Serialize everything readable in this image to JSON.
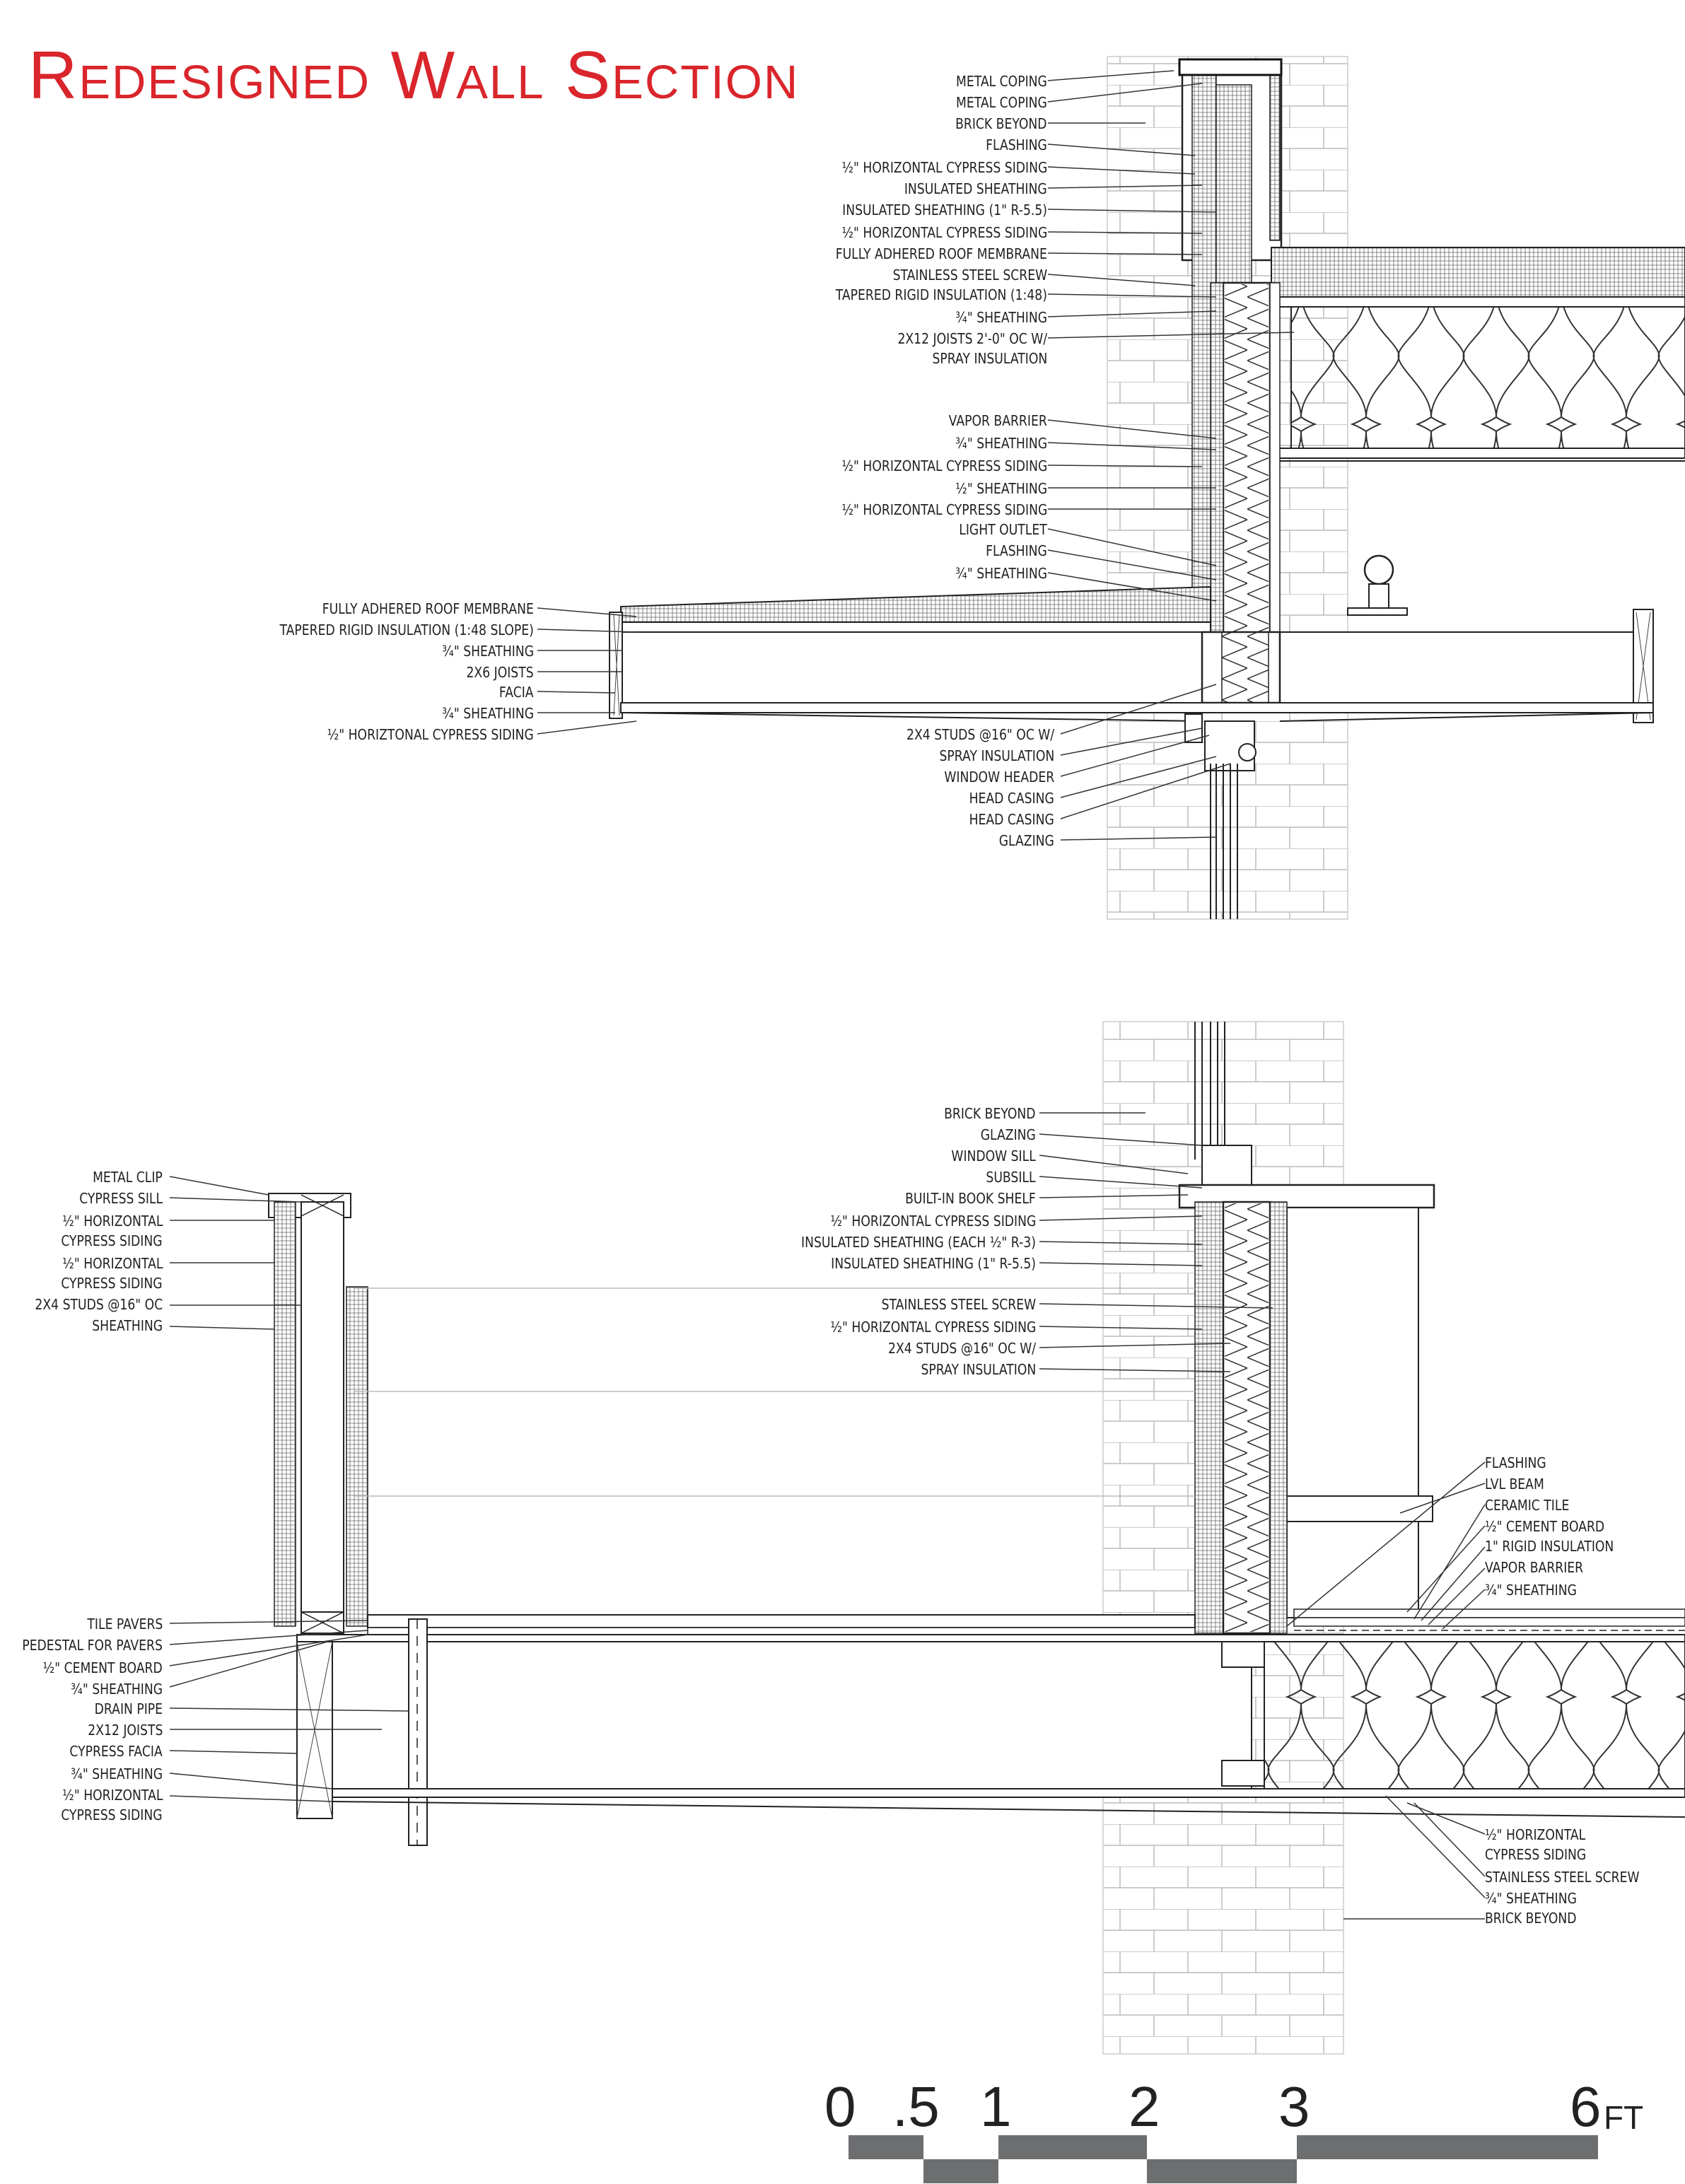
{
  "title": "Redesigned Wall Section",
  "upper": {
    "labels_right": [
      "METAL COPING",
      "METAL COPING",
      "BRICK BEYOND",
      "FLASHING",
      "½\" HORIZONTAL CYPRESS SIDING",
      "INSULATED SHEATHING",
      "INSULATED SHEATHING (1\" R-5.5)",
      "½\" HORIZONTAL CYPRESS SIDING",
      "FULLY ADHERED ROOF MEMBRANE",
      "STAINLESS STEEL SCREW",
      "TAPERED RIGID INSULATION (1:48)",
      "¾\" SHEATHING",
      "2X12 JOISTS 2'-0\" OC W/",
      "SPRAY INSULATION"
    ],
    "labels_mid": [
      "VAPOR BARRIER",
      "¾\" SHEATHING",
      "½\" HORIZONTAL CYPRESS SIDING",
      "½\" SHEATHING",
      "½\" HORIZONTAL CYPRESS SIDING",
      "LIGHT OUTLET",
      "FLASHING",
      "¾\" SHEATHING"
    ],
    "labels_left": [
      "FULLY ADHERED ROOF MEMBRANE",
      "TAPERED RIGID INSULATION (1:48 SLOPE)",
      "¾\" SHEATHING",
      "2X6 JOISTS",
      "FACIA",
      "¾\" SHEATHING",
      "½\" HORIZTONAL CYPRESS SIDING"
    ],
    "labels_window": [
      "2X4 STUDS @16\" OC W/",
      "SPRAY INSULATION",
      "WINDOW HEADER",
      "HEAD  CASING",
      "HEAD CASING",
      "GLAZING"
    ]
  },
  "lower": {
    "labels_center": [
      "BRICK BEYOND",
      "GLAZING",
      "WINDOW SILL",
      "SUBSILL",
      "BUILT-IN BOOK SHELF",
      "½\" HORIZONTAL CYPRESS SIDING",
      "INSULATED SHEATHING (EACH ½\" R-3)",
      "INSULATED SHEATHING (1\" R-5.5)",
      "STAINLESS STEEL SCREW",
      "½\" HORIZONTAL CYPRESS SIDING",
      "2X4 STUDS @16\" OC W/",
      "SPRAY INSULATION"
    ],
    "labels_left_top": [
      "METAL CLIP",
      "CYPRESS SILL",
      "½\" HORIZONTAL",
      "CYPRESS SIDING",
      "½\" HORIZONTAL",
      "CYPRESS SIDING",
      "2X4 STUDS @16\" OC",
      "SHEATHING"
    ],
    "labels_left_bottom": [
      "TILE PAVERS",
      "PEDESTAL FOR PAVERS",
      "½\" CEMENT BOARD",
      "¾\" SHEATHING",
      "DRAIN PIPE",
      "2X12 JOISTS",
      "CYPRESS FACIA",
      "¾\" SHEATHING",
      "½\" HORIZONTAL",
      "CYPRESS SIDING"
    ],
    "labels_right_top": [
      "FLASHING",
      "LVL BEAM",
      "CERAMIC TILE",
      "½\" CEMENT BOARD",
      "1\" RIGID INSULATION",
      "VAPOR BARRIER",
      "¾\" SHEATHING"
    ],
    "labels_right_bottom": [
      "½\" HORIZONTAL",
      "CYPRESS SIDING",
      "STAINLESS STEEL SCREW",
      "¾\" SHEATHING",
      "BRICK BEYOND"
    ]
  },
  "scale": {
    "numbers": [
      "0",
      ".5",
      "1",
      "2",
      "3",
      "6"
    ],
    "unit": "FT"
  }
}
